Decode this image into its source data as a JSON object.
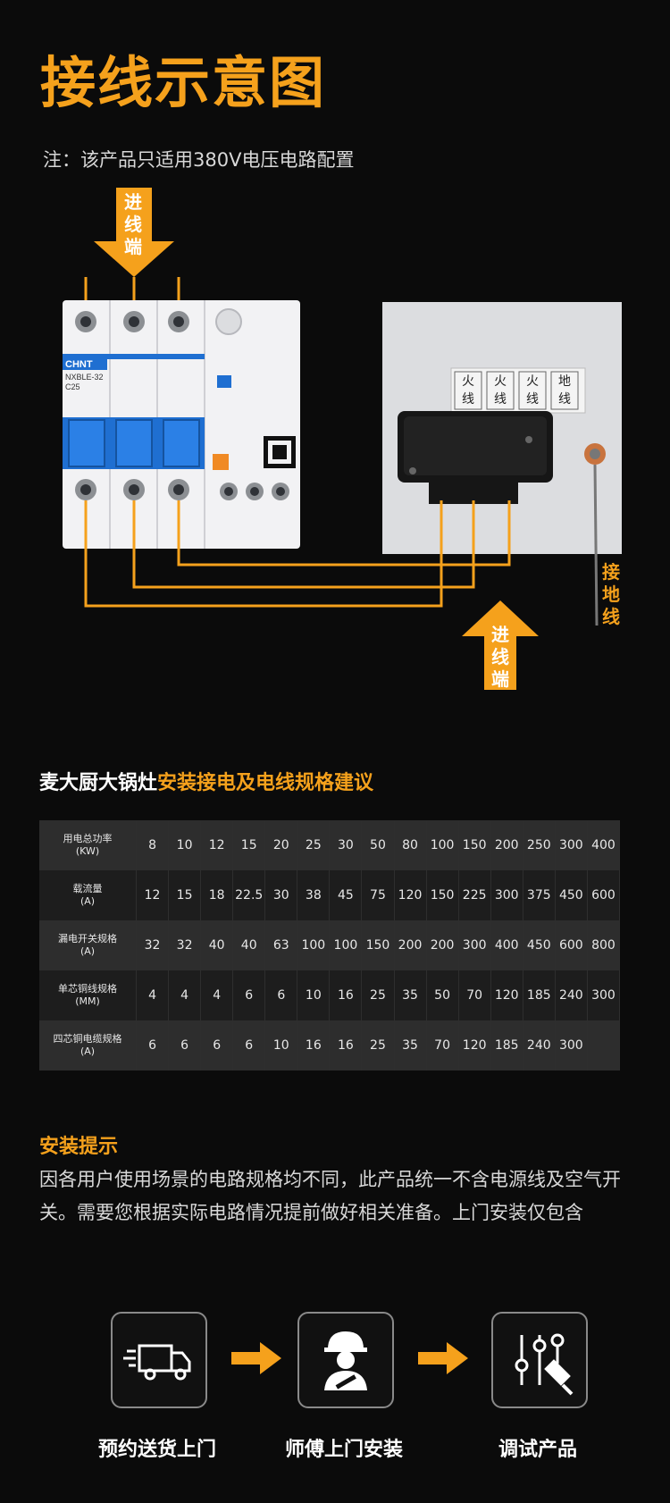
{
  "header": {
    "title": "接线示意图",
    "note": "注：该产品只适用380V电压电路配置"
  },
  "diagram": {
    "inlet_top": [
      "进",
      "线",
      "端"
    ],
    "inlet_bottom": [
      "进",
      "线",
      "端"
    ],
    "ground": [
      "接",
      "地",
      "线"
    ],
    "box_labels": [
      [
        "火",
        "线"
      ],
      [
        "火",
        "线"
      ],
      [
        "火",
        "线"
      ],
      [
        "地",
        "线"
      ]
    ],
    "breaker": {
      "brand": "CHNT",
      "model": "NXBLE-32",
      "rating": "C25"
    }
  },
  "spec": {
    "title_plain": "麦大厨大锅灶",
    "title_highlight": "安装接电及电线规格建议",
    "rows": [
      {
        "label1": "用电总功率",
        "label2": "(KW)",
        "values": [
          "8",
          "10",
          "12",
          "15",
          "20",
          "25",
          "30",
          "50",
          "80",
          "100",
          "150",
          "200",
          "250",
          "300",
          "400"
        ]
      },
      {
        "label1": "载流量",
        "label2": "(A)",
        "values": [
          "12",
          "15",
          "18",
          "22.5",
          "30",
          "38",
          "45",
          "75",
          "120",
          "150",
          "225",
          "300",
          "375",
          "450",
          "600"
        ]
      },
      {
        "label1": "漏电开关规格",
        "label2": "(A)",
        "values": [
          "32",
          "32",
          "40",
          "40",
          "63",
          "100",
          "100",
          "150",
          "200",
          "200",
          "300",
          "400",
          "450",
          "600",
          "800"
        ]
      },
      {
        "label1": "单芯铜线规格",
        "label2": "(MM)",
        "values": [
          "4",
          "4",
          "4",
          "6",
          "6",
          "10",
          "16",
          "25",
          "35",
          "50",
          "70",
          "120",
          "185",
          "240",
          "300"
        ]
      },
      {
        "label1": "四芯铜电缆规格",
        "label2": "(A)",
        "values": [
          "6",
          "6",
          "6",
          "6",
          "10",
          "16",
          "16",
          "25",
          "35",
          "70",
          "120",
          "185",
          "240",
          "300",
          ""
        ]
      }
    ]
  },
  "tips": {
    "title": "安装提示",
    "text": "因各用户使用场景的电路规格均不同，此产品统一不含电源线及空气开关。需要您根据实际电路情况提前做好相关准备。上门安装仅包含"
  },
  "steps": [
    {
      "label": "预约送货上门",
      "icon": "delivery-truck-icon"
    },
    {
      "label": "师傅上门安装",
      "icon": "installer-worker-icon"
    },
    {
      "label": "调试产品",
      "icon": "adjust-sliders-icon"
    }
  ],
  "colors": {
    "accent": "#f5a11c",
    "background": "#0b0b0b"
  }
}
